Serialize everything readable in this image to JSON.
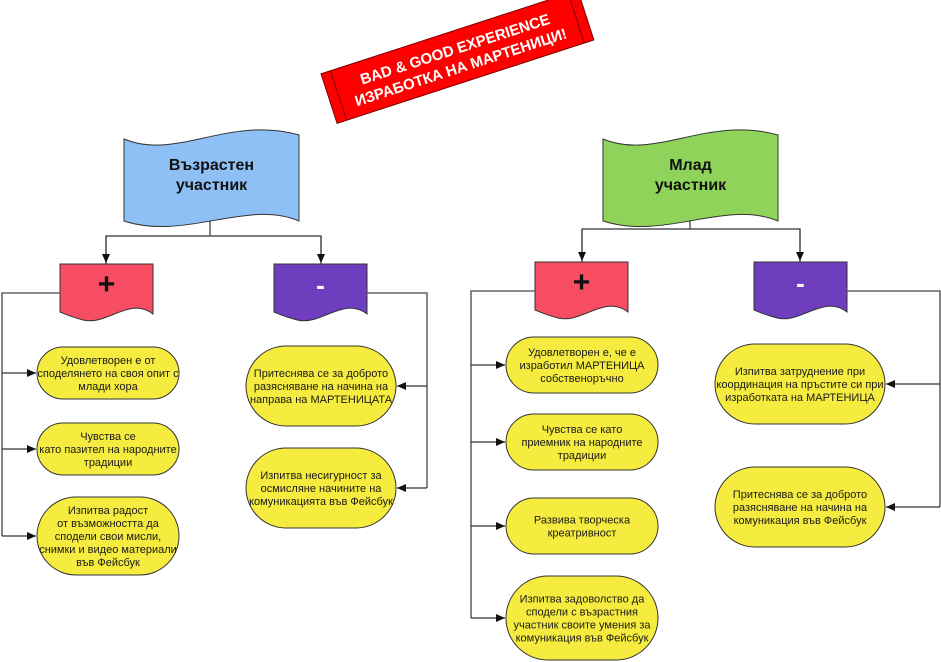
{
  "banner": {
    "lines": [
      "BAD & GOOD EXPERIENCE",
      "ИЗРАБОТКА НА МАРТЕНИЦИ!"
    ],
    "color": "#ff0000"
  },
  "participants": [
    {
      "id": "older",
      "title_lines": [
        "Възрастен",
        "участник"
      ],
      "color": "#8ec0f5",
      "positive": {
        "sign": "+",
        "color": "#f64d63",
        "items": [
          [
            "Удовлетворен е от",
            "споделянето на своя опит с",
            "млади хора"
          ],
          [
            "Чувства се",
            "като пазител на народните",
            "традиции"
          ],
          [
            "Изпитва радост",
            "от възможността да",
            "сподели свои мисли,",
            "снимки и видео материали",
            "във Фейсбук"
          ]
        ]
      },
      "negative": {
        "sign": "-",
        "color": "#6f3ebf",
        "items": [
          [
            "Притеснява се за доброто",
            "разясняване на начина на",
            "направа на МАРТЕНИЦАТА"
          ],
          [
            "Изпитва несигурност за",
            "осмисляне начините на",
            "комуникацията във Фейсбук"
          ]
        ]
      }
    },
    {
      "id": "young",
      "title_lines": [
        "Млад",
        "участник"
      ],
      "color": "#8fd35a",
      "positive": {
        "sign": "+",
        "color": "#f64d63",
        "items": [
          [
            "Удовлетворен е, че е",
            "изработил МАРТЕНИЦА",
            "собственоръчно"
          ],
          [
            "Чувства се като",
            "приемник на народните",
            "традиции"
          ],
          [
            "Развива творческа",
            "креатривност"
          ],
          [
            "Изпитва задоволство да",
            "сподели с възрастния",
            "участник своите умения за",
            "комуникация във Фейсбук"
          ]
        ]
      },
      "negative": {
        "sign": "-",
        "color": "#6f3ebf",
        "items": [
          [
            "Изпитва затруднение при",
            "координация на пръстите си при",
            "изработката на МАРТЕНИЦА"
          ],
          [
            "Притеснява се за доброто",
            "разясняване на начина на",
            "комуникация във Фейсбук"
          ]
        ]
      }
    }
  ],
  "colors": {
    "outcome_fill": "#f5ec3f",
    "outline": "#333333"
  }
}
